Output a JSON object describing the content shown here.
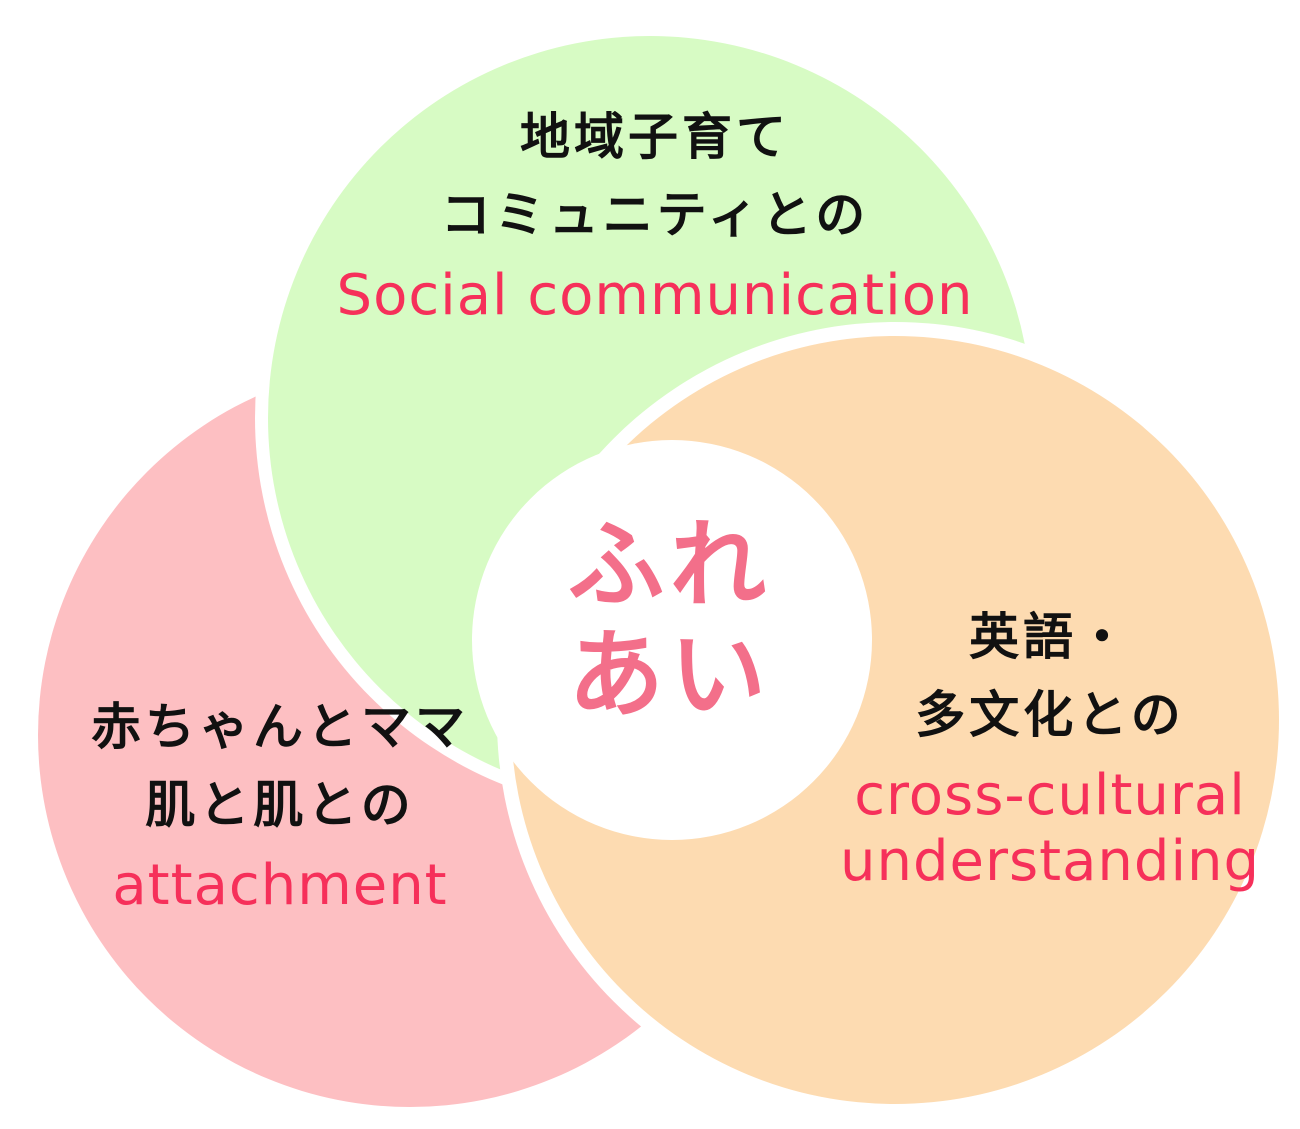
{
  "colors": {
    "green_circle": "#d7fbc4",
    "pink_circle": "#fdbfc2",
    "orange_circle": "#fddbb1",
    "center_circle": "#ffffff",
    "separator": "#ffffff",
    "japanese_text": "#111111",
    "english_text": "#f6305a",
    "center_text": "#f36f8a"
  },
  "center": {
    "line1": "ふれ",
    "line2": "あい"
  },
  "circles": {
    "top": {
      "line1": "地域子育て",
      "line2": "コミュニティとの",
      "english": "Social communication"
    },
    "left": {
      "line1": "赤ちゃんとママ",
      "line2": "肌と肌との",
      "english": "attachment"
    },
    "right": {
      "line1": "英語・",
      "line2": "多文化との",
      "english_line1": "cross-cultural",
      "english_line2": "understanding"
    }
  }
}
